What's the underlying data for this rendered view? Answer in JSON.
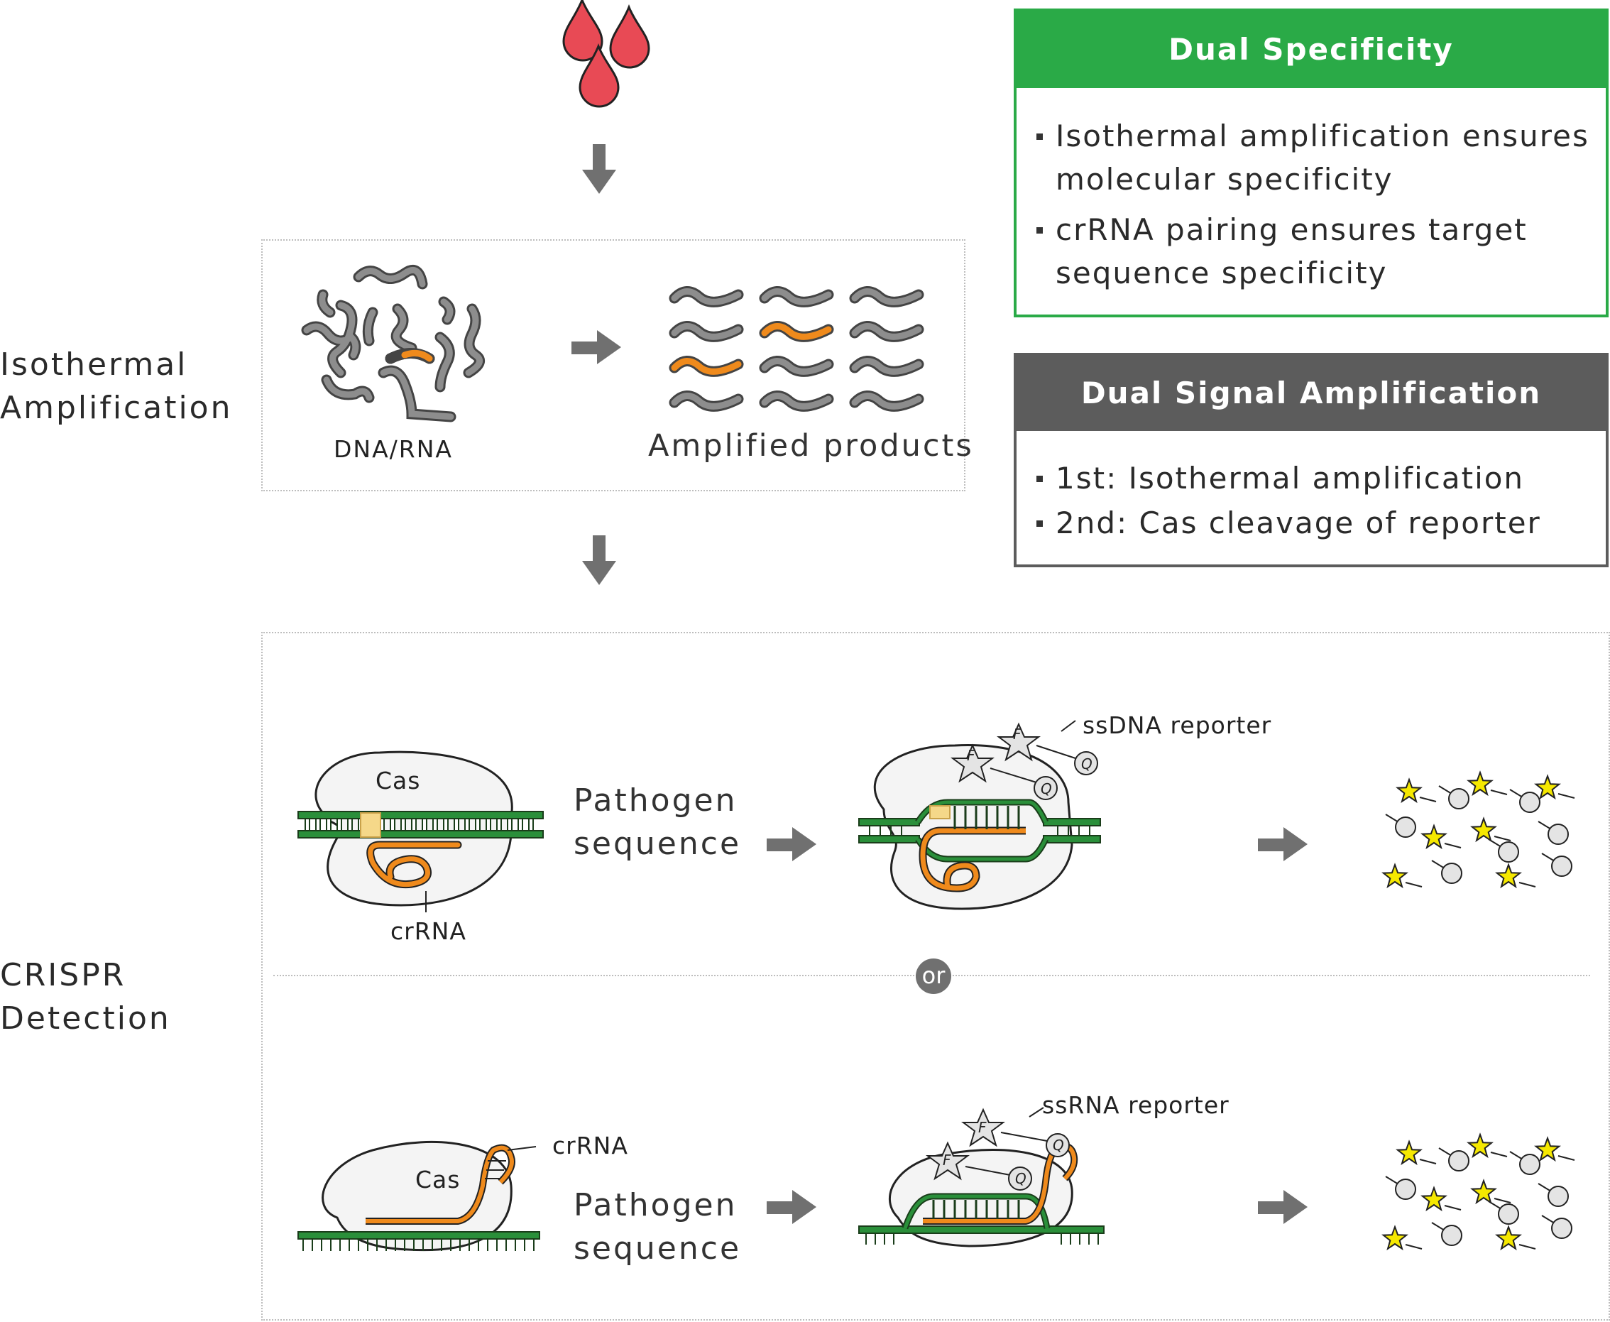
{
  "labels": {
    "isothermal": "Isothermal\nAmplification",
    "crispr": "CRISPR\nDetection",
    "dna_rna": "DNA/RNA",
    "amplified_products": "Amplified products",
    "cas": "Cas",
    "crrna": "crRNA",
    "pathogen_sequence": "Pathogen\nsequence",
    "ssdna_reporter": "ssDNA reporter",
    "ssrna_reporter": "ssRNA reporter",
    "or": "or",
    "F": "F",
    "Q": "Q"
  },
  "dual_specificity": {
    "title": "Dual Specificity",
    "bullets": [
      "Isothermal amplification ensures molecular specificity",
      "crRNA pairing ensures target sequence specificity"
    ]
  },
  "dual_signal": {
    "title": "Dual Signal Amplification",
    "bullets": [
      "1st: Isothermal amplification",
      "2nd: Cas cleavage of reporter"
    ]
  },
  "colors": {
    "green_header": "#2aaa47",
    "grey_header": "#5c5c5c",
    "dna_green": "#2a8f3a",
    "rna_orange": "#ef8a1c",
    "blood_red": "#e84a55",
    "strand_grey": "#8d8d8d",
    "fluor_yellow": "#f5e800",
    "arrow_grey": "#707070"
  }
}
